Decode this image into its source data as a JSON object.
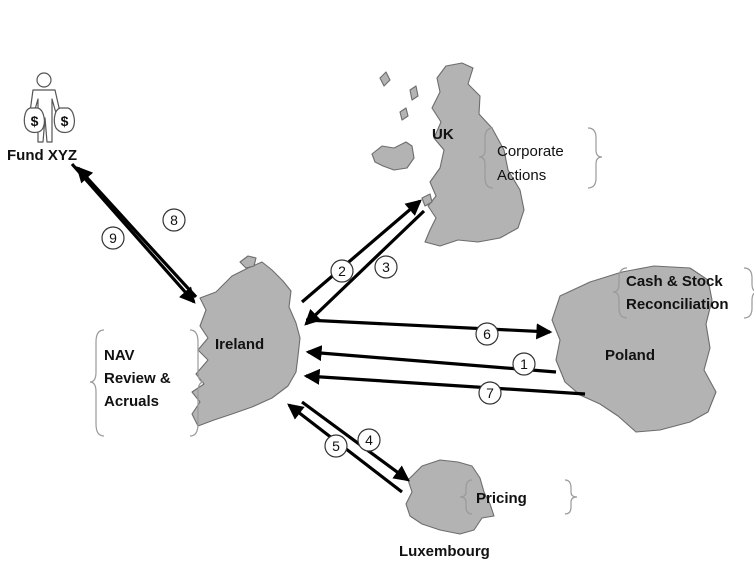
{
  "actors": {
    "fund": "Fund XYZ",
    "currency_symbol": "$"
  },
  "countries": {
    "uk": "UK",
    "ireland": "Ireland",
    "poland": "Poland",
    "luxembourg": "Luxembourg"
  },
  "roles": {
    "uk": [
      "Corporate",
      "Actions"
    ],
    "ireland": [
      "NAV",
      "Review &",
      "Acruals"
    ],
    "poland": [
      "Cash & Stock",
      "Reconciliation"
    ],
    "luxembourg": [
      "Pricing"
    ]
  },
  "steps": [
    "1",
    "2",
    "3",
    "4",
    "5",
    "6",
    "7",
    "8",
    "9"
  ],
  "colors": {
    "land": "#b3b3b3",
    "border": "#6d6d6d",
    "arrow": "#000000",
    "brace": "#9a9a9a"
  }
}
